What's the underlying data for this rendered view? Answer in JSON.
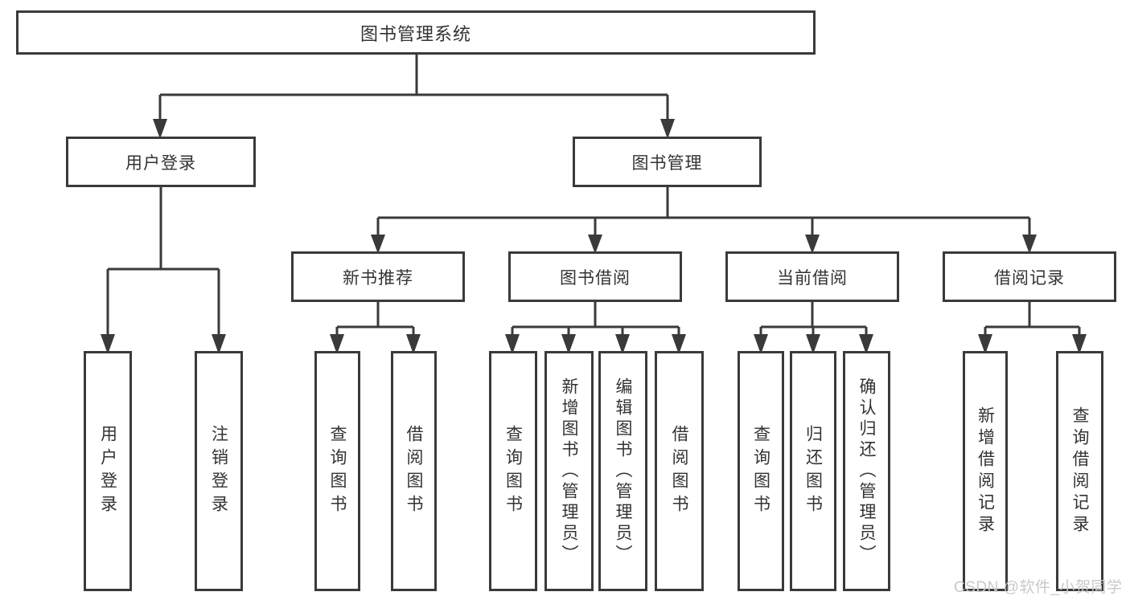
{
  "tree": {
    "root": {
      "label": "图书管理系统"
    },
    "branches": [
      {
        "label": "用户登录",
        "children": [
          {
            "label": "用户登录"
          },
          {
            "label": "注销登录"
          }
        ]
      },
      {
        "label": "图书管理",
        "groups": [
          {
            "label": "新书推荐",
            "children": [
              {
                "label": "查询图书"
              },
              {
                "label": "借阅图书"
              }
            ]
          },
          {
            "label": "图书借阅",
            "children": [
              {
                "label": "查询图书"
              },
              {
                "label": "新增图书（管理员）"
              },
              {
                "label": "编辑图书（管理员）"
              },
              {
                "label": "借阅图书"
              }
            ]
          },
          {
            "label": "当前借阅",
            "children": [
              {
                "label": "查询图书"
              },
              {
                "label": "归还图书"
              },
              {
                "label": "确认归还（管理员）"
              }
            ]
          },
          {
            "label": "借阅记录",
            "children": [
              {
                "label": "新增借阅记录"
              },
              {
                "label": "查询借阅记录"
              }
            ]
          }
        ]
      }
    ]
  },
  "watermark": {
    "text": "CSDN @软件_小贺同学"
  },
  "colors": {
    "line": "#3a3a3a",
    "box_border": "#3a3a3a",
    "text": "#333333",
    "watermark": "#c9c9c9",
    "background": "#ffffff"
  }
}
